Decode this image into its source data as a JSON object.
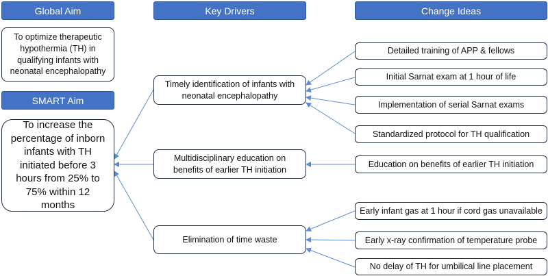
{
  "headers": {
    "global_aim": "Global Aim",
    "key_drivers": "Key Drivers",
    "change_ideas": "Change Ideas",
    "smart_aim": "SMART Aim"
  },
  "global_aim_text": "To optimize therapeutic hypothermia (TH) in qualifying infants with neonatal encephalopathy",
  "smart_aim_text": "To increase the percentage of inborn infants with TH initiated before 3 hours from 25% to 75% within 12 months",
  "drivers": [
    "Timely identification of infants with neonatal encephalopathy",
    "Multidisciplinary education on benefits of earlier TH initiation",
    "Elimination of time waste"
  ],
  "ideas": [
    "Detailed training of APP & fellows",
    "Initial Sarnat exam at 1 hour of life",
    "Implementation of serial Sarnat exams",
    "Standardized protocol for TH qualification",
    "Education on benefits of earlier TH initiation",
    "Early infant gas at 1 hour if cord gas unavailable",
    "Early x-ray confirmation of temperature probe",
    "No delay of TH for umbilical line placement"
  ],
  "colors": {
    "header_fill": "#4472c4",
    "arrow": "#5b8bd6",
    "box_border": "#1f2a3a"
  }
}
